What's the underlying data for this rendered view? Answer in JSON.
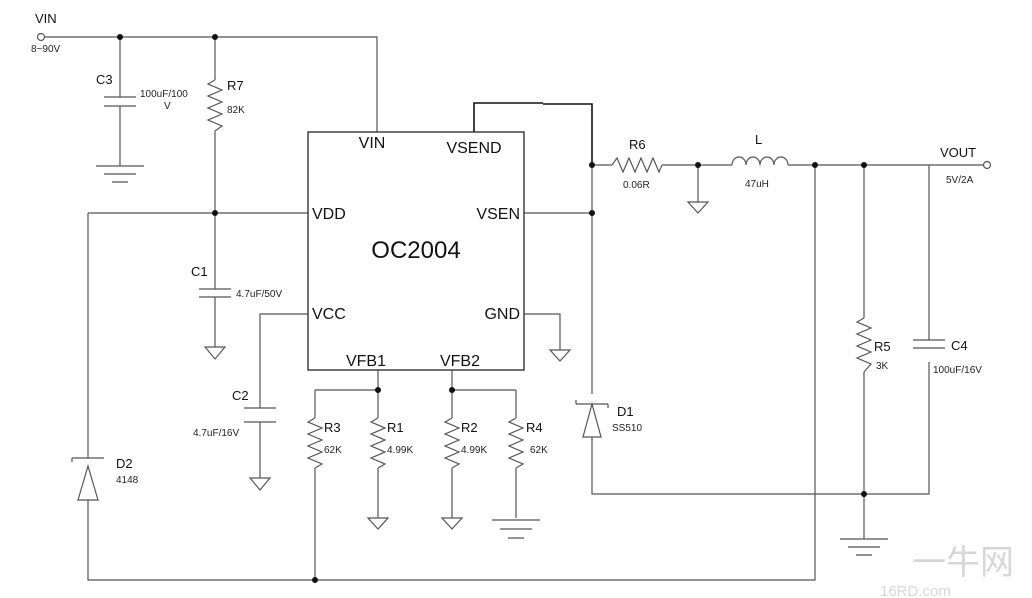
{
  "chip": {
    "name": "OC2004",
    "pins": {
      "vin": "VIN",
      "vsend": "VSEND",
      "vdd": "VDD",
      "vsen": "VSEN",
      "vcc": "VCC",
      "gnd": "GND",
      "vfb1": "VFB1",
      "vfb2": "VFB2"
    }
  },
  "ports": {
    "vin": {
      "label": "VIN",
      "value": "8~90V"
    },
    "vout": {
      "label": "VOUT",
      "value": "5V/2A"
    }
  },
  "components": {
    "c3": {
      "ref": "C3",
      "value_line1": "100uF/100",
      "value_line2": "V"
    },
    "r7": {
      "ref": "R7",
      "value": "82K"
    },
    "c1": {
      "ref": "C1",
      "value": "4.7uF/50V"
    },
    "c2": {
      "ref": "C2",
      "value": "4.7uF/16V"
    },
    "d2": {
      "ref": "D2",
      "value": "4148"
    },
    "r3": {
      "ref": "R3",
      "value": "62K"
    },
    "r1": {
      "ref": "R1",
      "value": "4.99K"
    },
    "r2": {
      "ref": "R2",
      "value": "4.99K"
    },
    "r4": {
      "ref": "R4",
      "value": "62K"
    },
    "r6": {
      "ref": "R6",
      "value": "0.06R"
    },
    "l": {
      "ref": "L",
      "value": "47uH"
    },
    "d1": {
      "ref": "D1",
      "value": "SS510"
    },
    "r5": {
      "ref": "R5",
      "value": "3K"
    },
    "c4": {
      "ref": "C4",
      "value": "100uF/16V"
    }
  },
  "watermark": {
    "main": "一牛网",
    "sub": "16RD.com"
  }
}
